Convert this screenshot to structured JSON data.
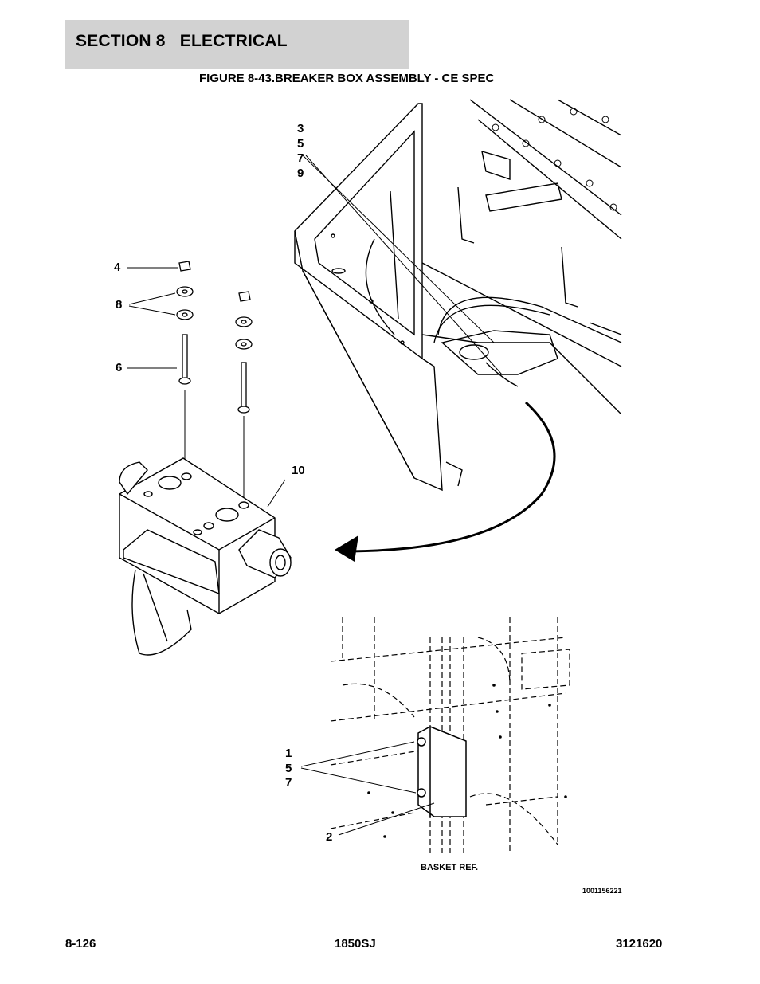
{
  "header": {
    "section_title": "SECTION 8   ELECTRICAL",
    "figure_title": "FIGURE 8-43.BREAKER BOX ASSEMBLY - CE SPEC"
  },
  "callouts": {
    "c3": "3",
    "c5": "5",
    "c7": "7",
    "c9": "9",
    "c4": "4",
    "c8": "8",
    "c6": "6",
    "c10": "10",
    "c1": "1",
    "c5b": "5",
    "c7b": "7",
    "c2": "2"
  },
  "basket_ref": "BASKET REF.",
  "drawing_number": "1001156221",
  "footer": {
    "page": "8-126",
    "model": "1850SJ",
    "manual": "3121620"
  }
}
